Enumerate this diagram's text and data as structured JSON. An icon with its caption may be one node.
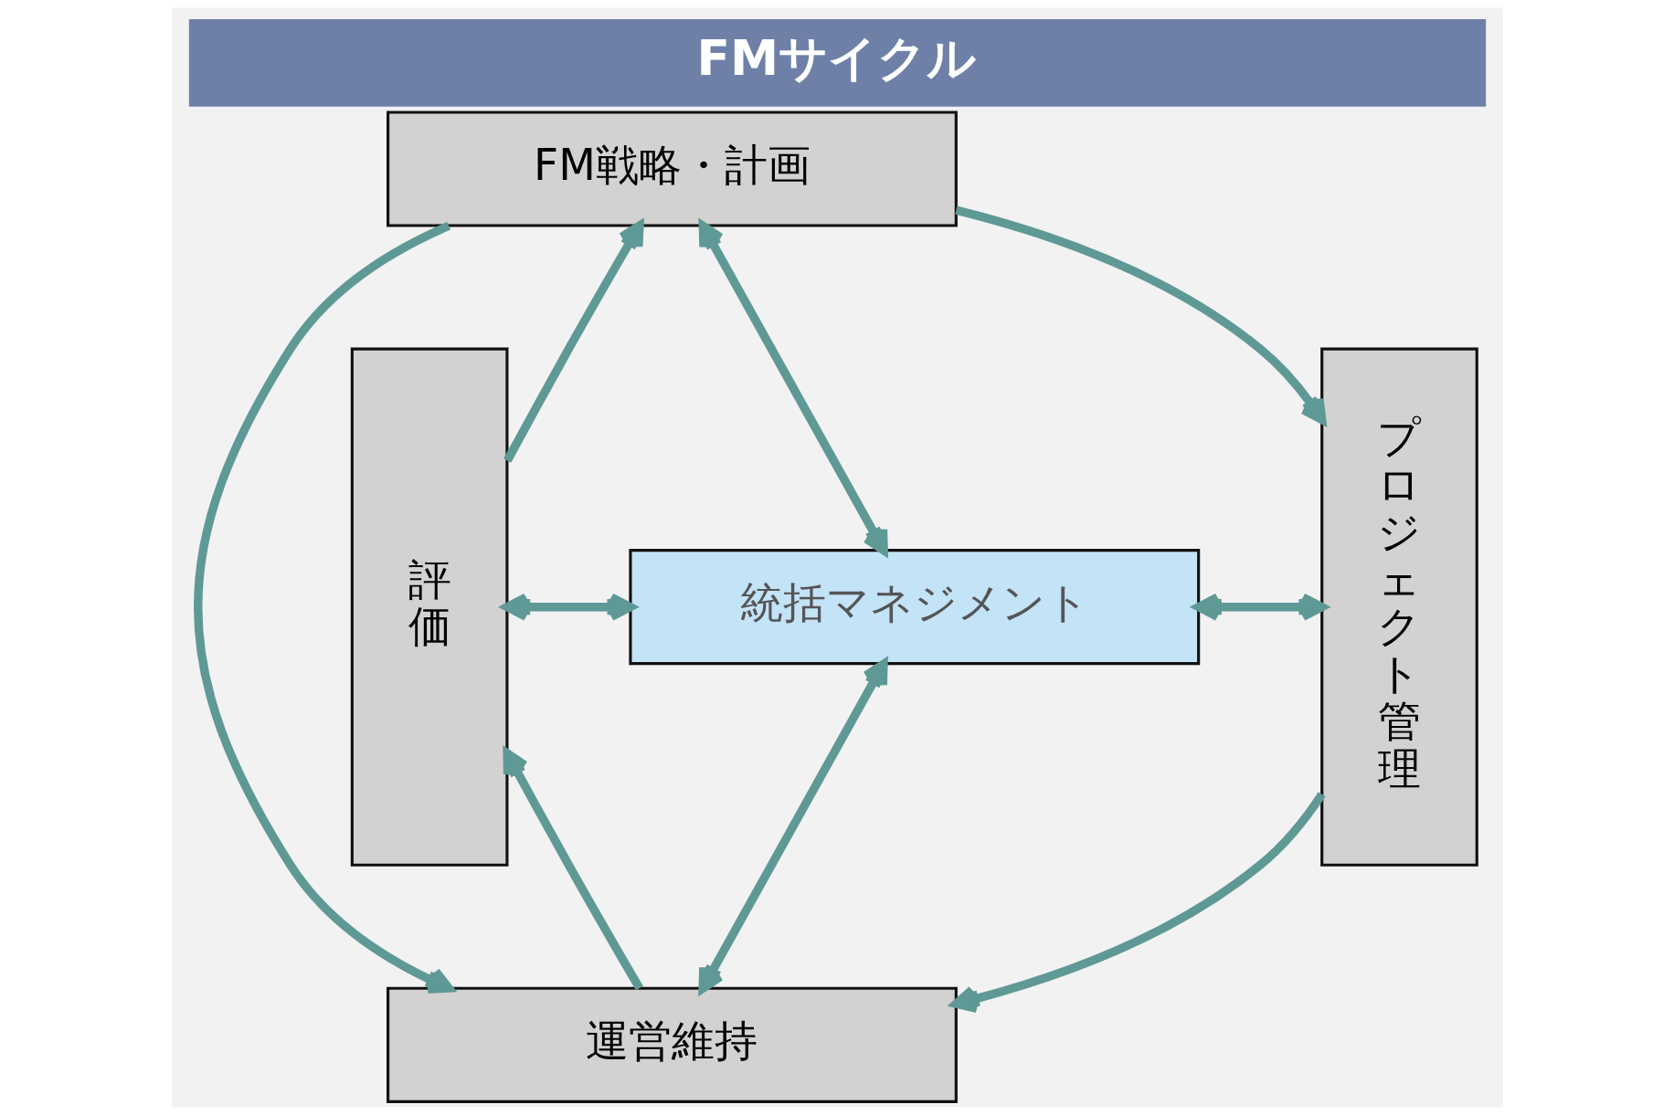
{
  "diagram": {
    "title": "FMサイクル",
    "nodes": [
      {
        "text": [
          "FM戦略・計画"
        ]
      },
      {
        "text": [
          "評価"
        ]
      },
      {
        "text": [
          "統括マネジメント"
        ]
      },
      {
        "text": [
          "プロジェクト管理"
        ]
      },
      {
        "text": [
          "運営維持"
        ]
      }
    ],
    "edges": [
      {
        "from": 1,
        "to": 0,
        "arrow": "to"
      },
      {
        "from": 0,
        "to": 3,
        "arrow": "to"
      },
      {
        "from": 0,
        "to": 4,
        "arrow": "to"
      },
      {
        "from": 0,
        "to": 2,
        "arrow": "both"
      },
      {
        "from": 1,
        "to": 2,
        "arrow": "both"
      },
      {
        "from": 2,
        "to": 3,
        "arrow": "both"
      },
      {
        "from": 2,
        "to": 4,
        "arrow": "both"
      },
      {
        "from": 3,
        "to": 4,
        "arrow": "to"
      },
      {
        "from": 4,
        "to": 1,
        "arrow": "to"
      }
    ]
  }
}
